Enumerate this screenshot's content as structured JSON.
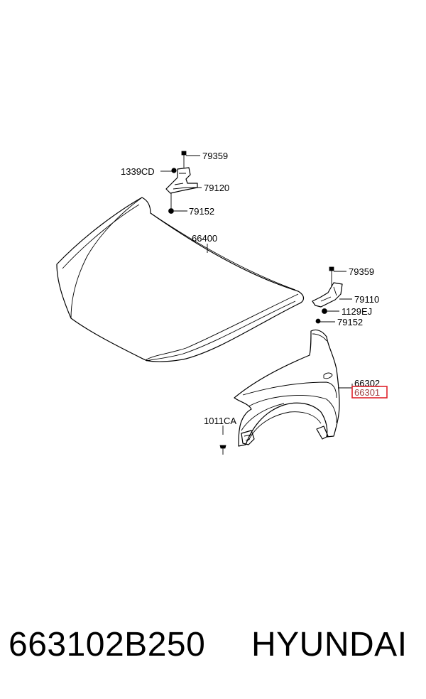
{
  "diagram": {
    "labels": {
      "l_79359_top": "79359",
      "l_1339CD": "1339CD",
      "l_79120": "79120",
      "l_79152_top": "79152",
      "l_66400": "66400",
      "l_79359_right": "79359",
      "l_79110": "79110",
      "l_1129EJ": "1129EJ",
      "l_79152_right": "79152",
      "l_66302": "66302",
      "l_66301": "66301",
      "l_1011CA": "1011CA"
    },
    "highlight": {
      "label": "66301",
      "color": "#e0222b"
    }
  },
  "footer": {
    "part_number": "663102B250",
    "brand": "HYUNDAI"
  }
}
